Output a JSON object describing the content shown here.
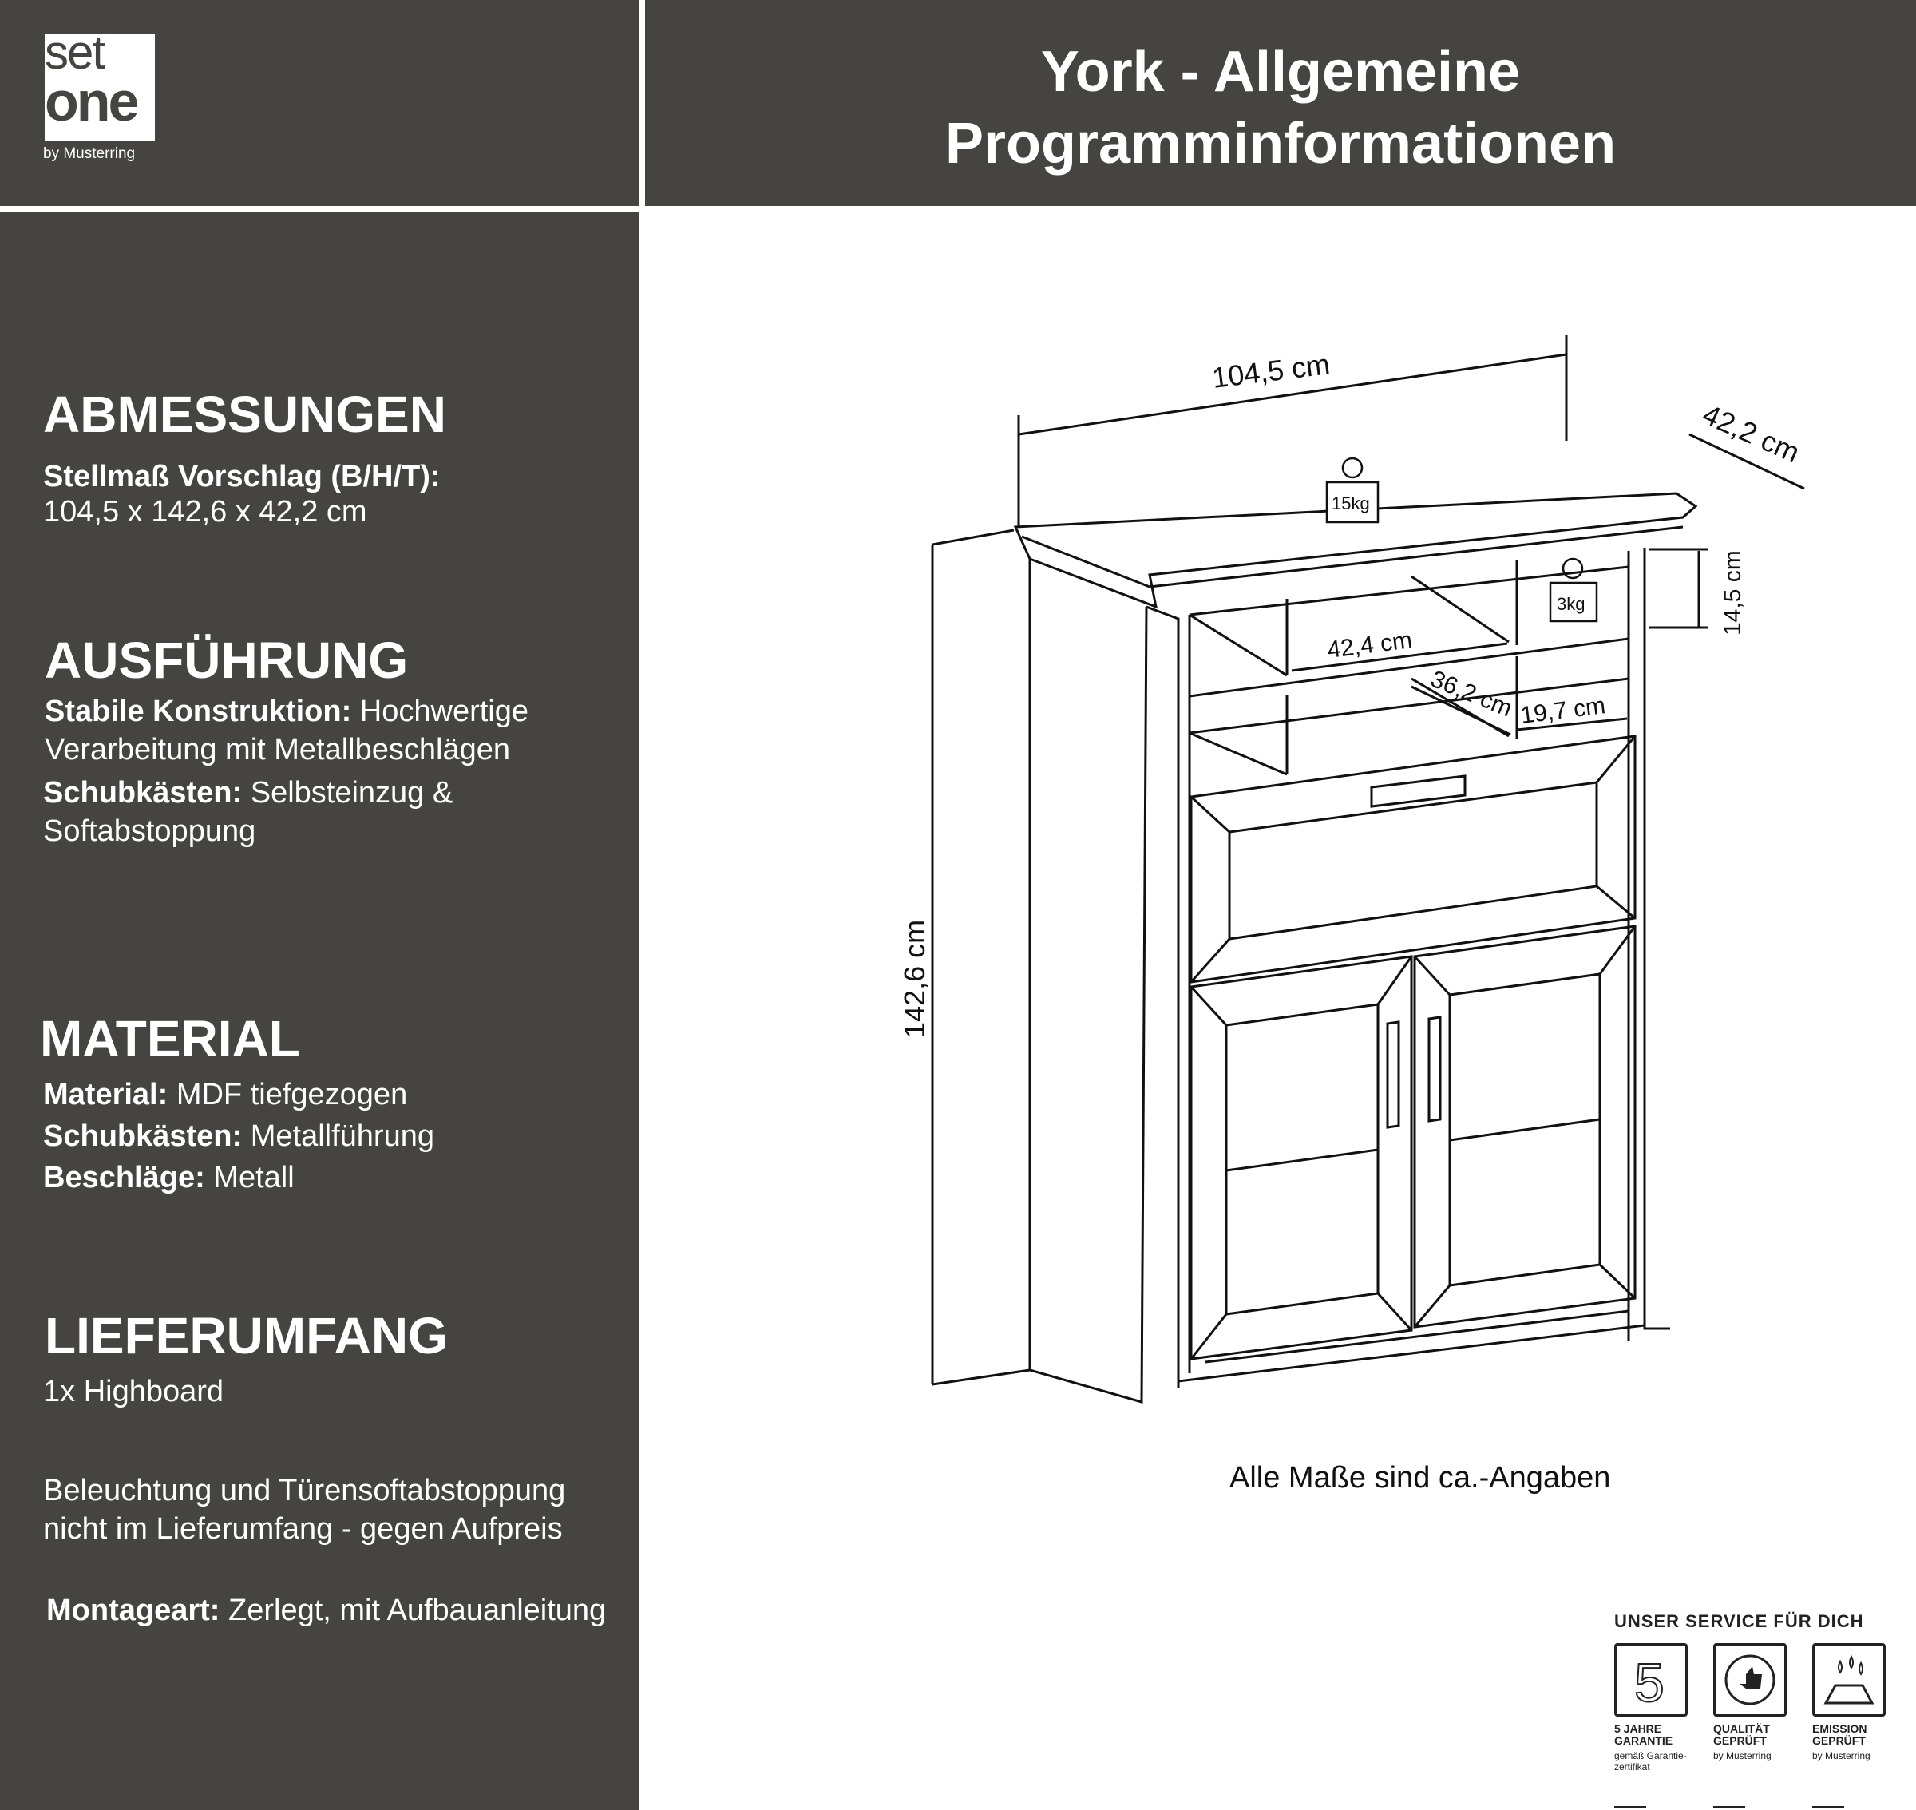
{
  "logo": {
    "set": "set",
    "one": "one",
    "by": "by Musterring"
  },
  "title": {
    "line1": "York - Allgemeine",
    "line2": "Programminformationen"
  },
  "sidebar": {
    "abmessungen": {
      "heading": "ABMESSUNGEN",
      "label": "Stellmaß Vorschlag (B/H/T):",
      "value": "104,5 x 142,6 x 42,2 cm"
    },
    "ausfuehrung": {
      "heading": "AUSFÜHRUNG",
      "konstruktion_label": "Stabile Konstruktion:",
      "konstruktion_value": " Hochwertige",
      "konstruktion_value2": "Verarbeitung mit Metallbeschlägen",
      "schub_label": "Schubkästen:",
      "schub_value": " Selbsteinzug &",
      "schub_value2": "Softabstoppung"
    },
    "material": {
      "heading": "MATERIAL",
      "material_label": "Material:",
      "material_value": " MDF tiefgezogen",
      "schub_label": "Schubkästen:",
      "schub_value": " Metallführung",
      "beschlaege_label": "Beschläge:",
      "beschlaege_value": " Metall"
    },
    "lieferumfang": {
      "heading": "LIEFERUMFANG",
      "item": "1x Highboard",
      "note1": "Beleuchtung und Türensoftabstoppung",
      "note2": "nicht im Lieferumfang - gegen Aufpreis",
      "montage_label": "Montageart:",
      "montage_value": " Zerlegt, mit Aufbauanleitung"
    }
  },
  "drawing": {
    "width": "104,5 cm",
    "depth": "42,2 cm",
    "height": "142,6 cm",
    "shelf_height": "14,5 cm",
    "inner_width": "42,4 cm",
    "inner_depth": "36,2 cm",
    "side_width": "19,7 cm",
    "load_top": "15kg",
    "load_shelf": "3kg"
  },
  "caption": "Alle Maße sind ca.-Angaben",
  "service": {
    "title": "UNSER SERVICE FÜR DICH",
    "items": [
      {
        "icon": "five-years-icon",
        "label1": "5 JAHRE",
        "label2": "GARANTIE",
        "sub1": "gemäß Garantie-",
        "sub2": "zertifikat"
      },
      {
        "icon": "quality-thumb-icon",
        "label1": "QUALITÄT",
        "label2": "GEPRÜFT",
        "sub1": "by Musterring",
        "sub2": ""
      },
      {
        "icon": "emission-icon",
        "label1": "EMISSION",
        "label2": "GEPRÜFT",
        "sub1": "by Musterring",
        "sub2": ""
      }
    ]
  }
}
